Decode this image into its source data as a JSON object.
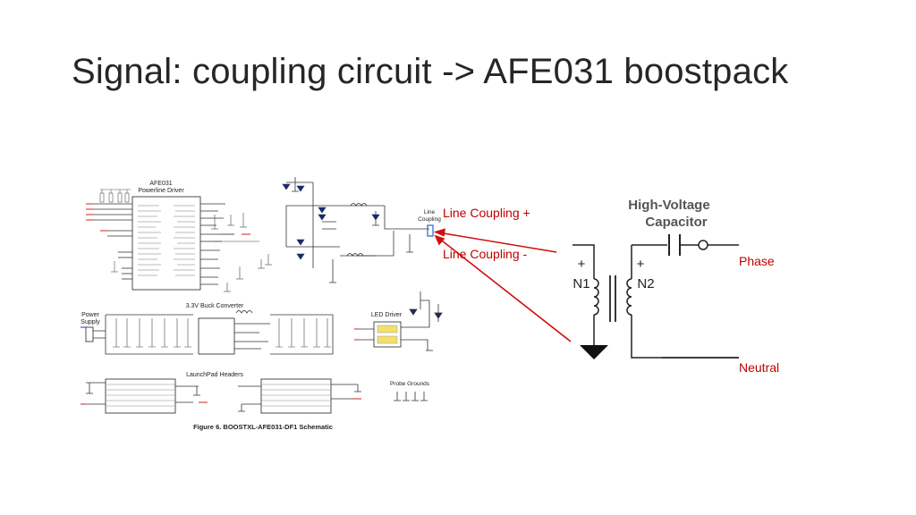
{
  "slide": {
    "title": "Signal: coupling circuit -> AFE031 boostpack"
  },
  "schematic": {
    "driver_title_1": "AFE031",
    "driver_title_2": "Powerline Driver",
    "line_coupling_1": "Line",
    "line_coupling_2": "Coupling",
    "power_supply_1": "Power",
    "power_supply_2": "Supply",
    "buck_title": "3.3V Buck Converter",
    "led_driver_title": "LED Driver",
    "launchpad_title": "LaunchPad Headers",
    "probe_title": "Probe Grounds",
    "caption": "Figure 6. BOOSTXL-AFE031-DF1 Schematic"
  },
  "callouts": {
    "line_coupling_plus": "Line Coupling +",
    "line_coupling_minus": "Line Coupling -",
    "color": "#c00000"
  },
  "coupling": {
    "capacitor_label_1": "High-Voltage",
    "capacitor_label_2": "Capacitor",
    "plus_left": "+",
    "plus_right": "+",
    "n1": "N1",
    "n2": "N2",
    "phase": "Phase",
    "neutral": "Neutral"
  }
}
